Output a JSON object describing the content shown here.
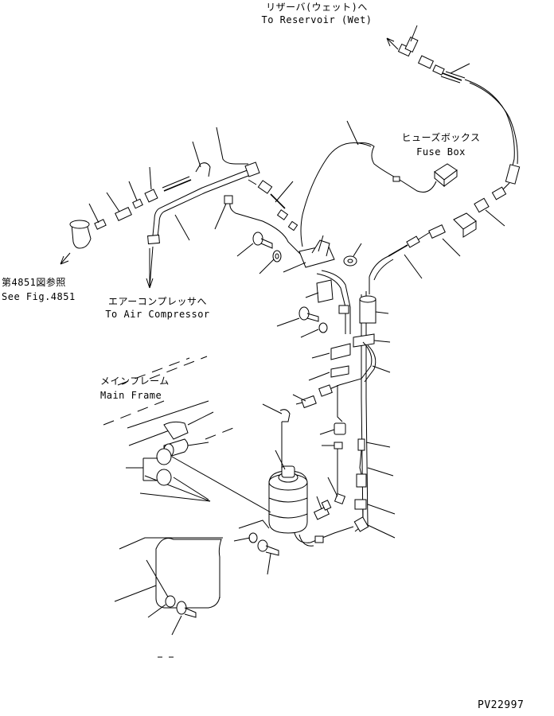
{
  "labels": {
    "reservoir_ja": "リザーバ(ウェット)へ",
    "reservoir_en": "To Reservoir (Wet)",
    "fuse_ja": "ヒューズボックス",
    "fuse_en": "Fuse Box",
    "fig_ja": "第4851図参照",
    "fig_en": "See Fig.4851",
    "compressor_ja": "エアーコンプレッサへ",
    "compressor_en": "To Air Compressor",
    "frame_ja": "メインフレーム",
    "frame_en": "Main Frame",
    "drawing_no": "PV22997"
  }
}
